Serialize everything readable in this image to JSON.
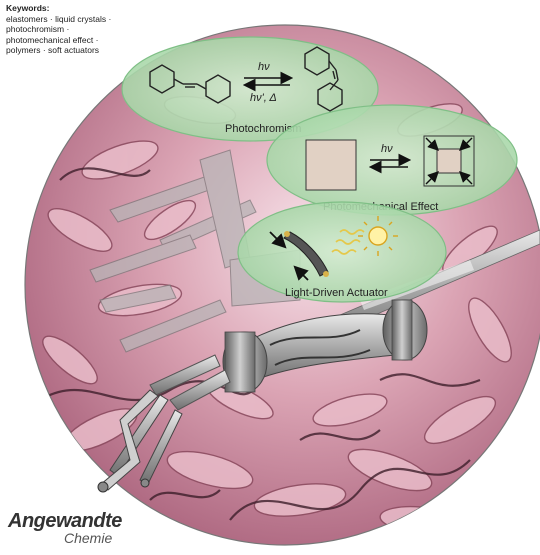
{
  "keywords": {
    "title": "Keywords:",
    "lines": [
      "elastomers · liquid crystals ·",
      "photochromism ·",
      "photomechanical effect ·",
      "polymers · soft actuators"
    ]
  },
  "bubbles": {
    "photochromism": {
      "label": "Photochromism",
      "forward": "hν",
      "reverse": "hν', Δ"
    },
    "photomechanical": {
      "label": "Photomechanical Effect",
      "forward": "hν"
    },
    "actuator": {
      "label": "Light-Driven Actuator"
    }
  },
  "logo": {
    "line1": "Angewandte",
    "line2": "Chemie"
  },
  "colors": {
    "bubble_fill": "#b9dfb6",
    "bubble_stroke": "#7fbf86",
    "background_pink": "#c98a9d",
    "robot_gray": "#9a9a9a"
  }
}
